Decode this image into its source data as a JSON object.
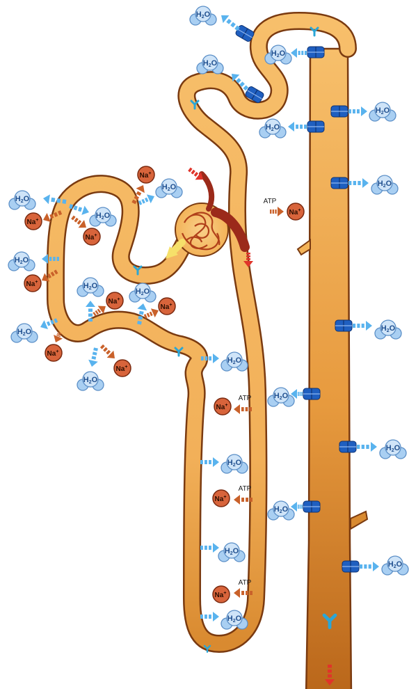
{
  "labels": {
    "water": "H2O",
    "water_base": "H",
    "water_sub": "2",
    "water_tail": "O",
    "sodium": "Na",
    "sodium_sup": "+",
    "atp": "ATP"
  },
  "colors": {
    "tubule_fill": "#F7BF6B",
    "tubule_outline": "#7A3A10",
    "collecting_duct_dark": "#B9661A",
    "water_molecule": "#A9CFF2",
    "water_arrow": "#59B3EE",
    "sodium_ion": "#D8643B",
    "sodium_arrow": "#C9612A",
    "aquaporin_channel": "#1F5FC0",
    "hormone_receptor": "#2AA6D6",
    "blood_vessel": "#9B2A1A",
    "flow_arrow": "#E0342A"
  },
  "icons": [
    "water-molecule-icon",
    "sodium-ion-icon",
    "aquaporin-channel-icon",
    "hormone-receptor-icon",
    "flow-arrow-icon"
  ]
}
